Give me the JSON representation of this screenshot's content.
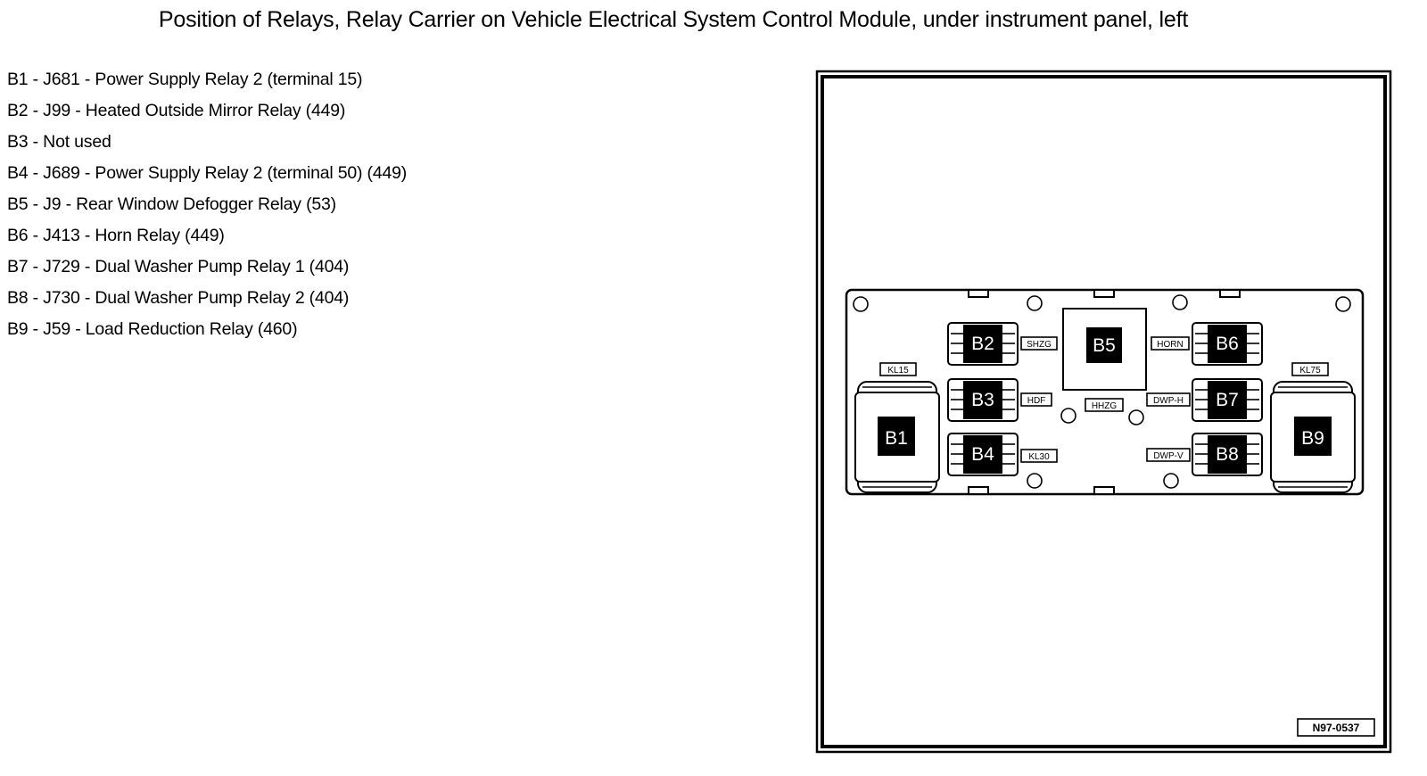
{
  "title": "Position of Relays, Relay Carrier on Vehicle Electrical System Control Module, under instrument panel, left",
  "legend": [
    "B1 - J681 - Power Supply Relay 2 (terminal 15)",
    "B2 - J99 - Heated Outside Mirror Relay (449)",
    "B3 - Not used",
    "B4 - J689 - Power Supply Relay 2 (terminal 50) (449)",
    "B5 - J9 - Rear Window Defogger Relay (53)",
    "B6 - J413 - Horn Relay (449)",
    "B7 - J729 - Dual Washer Pump Relay 1 (404)",
    "B8 - J730 - Dual Washer Pump Relay 2 (404)",
    "B9 - J59 - Load Reduction Relay (460)"
  ],
  "diagram": {
    "relays": {
      "b1": "B1",
      "b2": "B2",
      "b3": "B3",
      "b4": "B4",
      "b5": "B5",
      "b6": "B6",
      "b7": "B7",
      "b8": "B8",
      "b9": "B9"
    },
    "tags": {
      "kl15": "KL15",
      "kl75": "KL75",
      "shzg": "SHZG",
      "hdf": "HDF",
      "kl30": "KL30",
      "hhzg": "HHZG",
      "horn": "HORN",
      "dwp_h": "DWP-H",
      "dwp_v": "DWP-V"
    },
    "reference": "N97-0537"
  }
}
